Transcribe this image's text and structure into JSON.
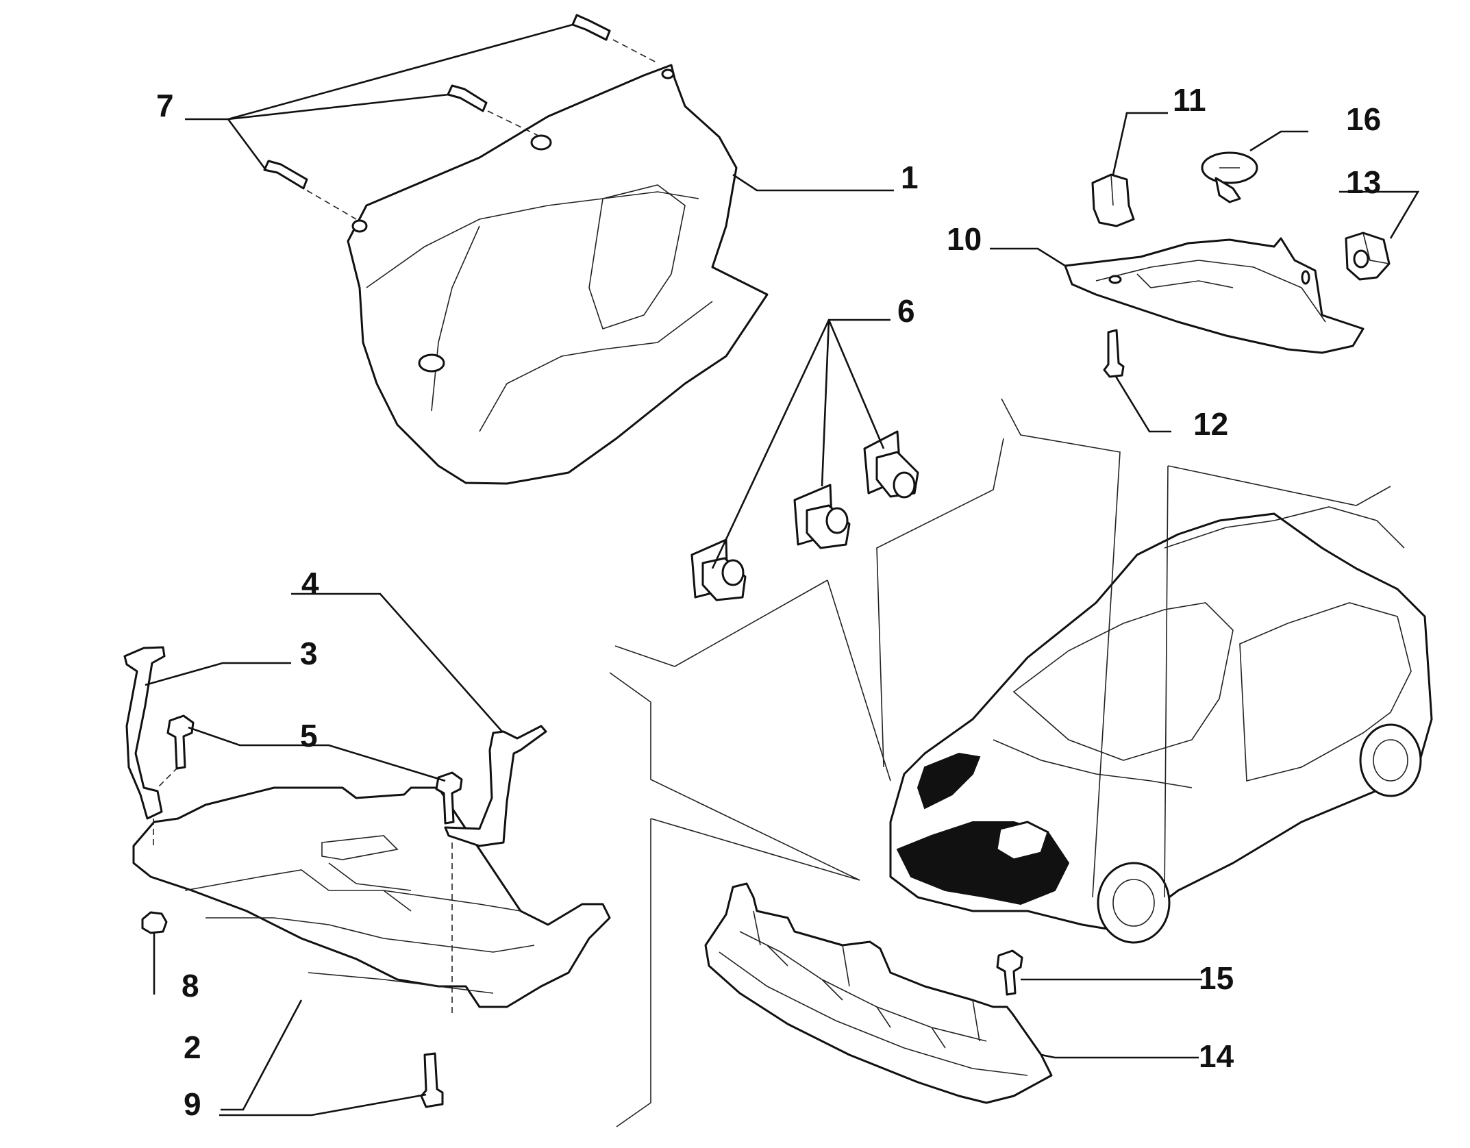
{
  "diagram": {
    "labels": [
      "1",
      "2",
      "3",
      "4",
      "5",
      "6",
      "7",
      "8",
      "9",
      "10",
      "11",
      "12",
      "13",
      "14",
      "15",
      "16"
    ]
  },
  "icons": {
    "shield": "engine-splash-shield-icon",
    "skid_plate": "underbody-skid-plate-icon",
    "bracket": "bracket-icon",
    "bolt": "bolt-icon",
    "nut": "nut-icon",
    "bushing": "rubber-mount-icon",
    "clip": "clip-icon",
    "car": "car-icon"
  },
  "colors": {
    "ink": "#111111",
    "paper": "#ffffff"
  }
}
